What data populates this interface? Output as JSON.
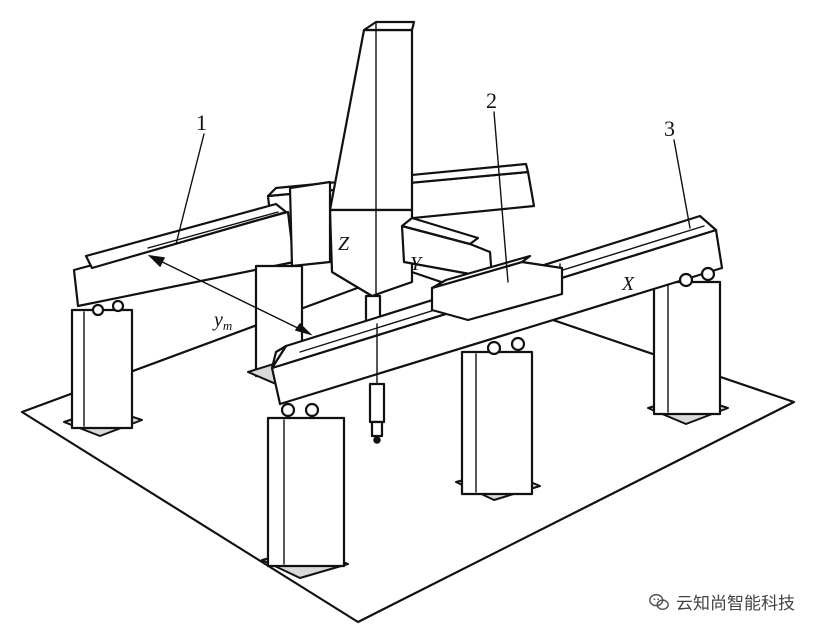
{
  "callouts": [
    "1",
    "2",
    "3"
  ],
  "axes": {
    "z": "Z",
    "y": "Y",
    "x": "X",
    "ym": "y",
    "ym_sub": "m"
  },
  "watermark": {
    "text": "云知尚智能科技",
    "icon": "wechat-icon"
  }
}
